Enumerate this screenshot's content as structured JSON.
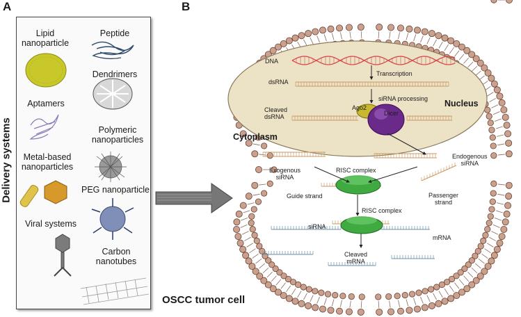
{
  "panel_a": {
    "letter": "A",
    "side_title": "Delivery systems",
    "items": {
      "lipid": "Lipid\nnanoparticle",
      "peptide": "Peptide",
      "dendrimers": "Dendrimers",
      "aptamers": "Aptamers",
      "polymeric": "Polymeric\nnanoparticles",
      "metal": "Metal-based\nnanoparticles",
      "peg": "PEG nanoparticle",
      "viral": "Viral systems",
      "carbon": "Carbon\nnanotubes"
    }
  },
  "panel_b": {
    "letter": "B",
    "cell_title": "OSCC tumor cell",
    "nucleus": "Nucleus",
    "cytoplasm": "Cytoplasm",
    "labels": {
      "dna": "DNA",
      "transcription": "Transcription",
      "dsrna": "dsRNA",
      "sirna_processing": "siRNA processing",
      "ago2": "Ago2",
      "dicer": "Dicer",
      "cleaved_dsrna": "Cleaved\ndsRNA",
      "endogenous": "Endogenous\nsiRNA",
      "exogenous": "Exogenous\nsiRNA",
      "risc1": "RISC complex",
      "guide": "Guide strand",
      "passenger": "Passenger\nstrand",
      "risc2": "RISC complex",
      "sirna": "siRNA",
      "mrna": "mRNA",
      "cleaved_mrna": "Cleaved\nmRNA"
    }
  },
  "colors": {
    "dna": "#d44a4a",
    "rna": "#c99a66",
    "mrna": "#6d8fa8",
    "risc": "#3faa3f",
    "dicer": "#6a2a8a",
    "ago2": "#c8b830",
    "lipid_head": "#caa08e",
    "nucleus_fill": "#ece2c6",
    "cell_fill": "#e8eee8"
  }
}
